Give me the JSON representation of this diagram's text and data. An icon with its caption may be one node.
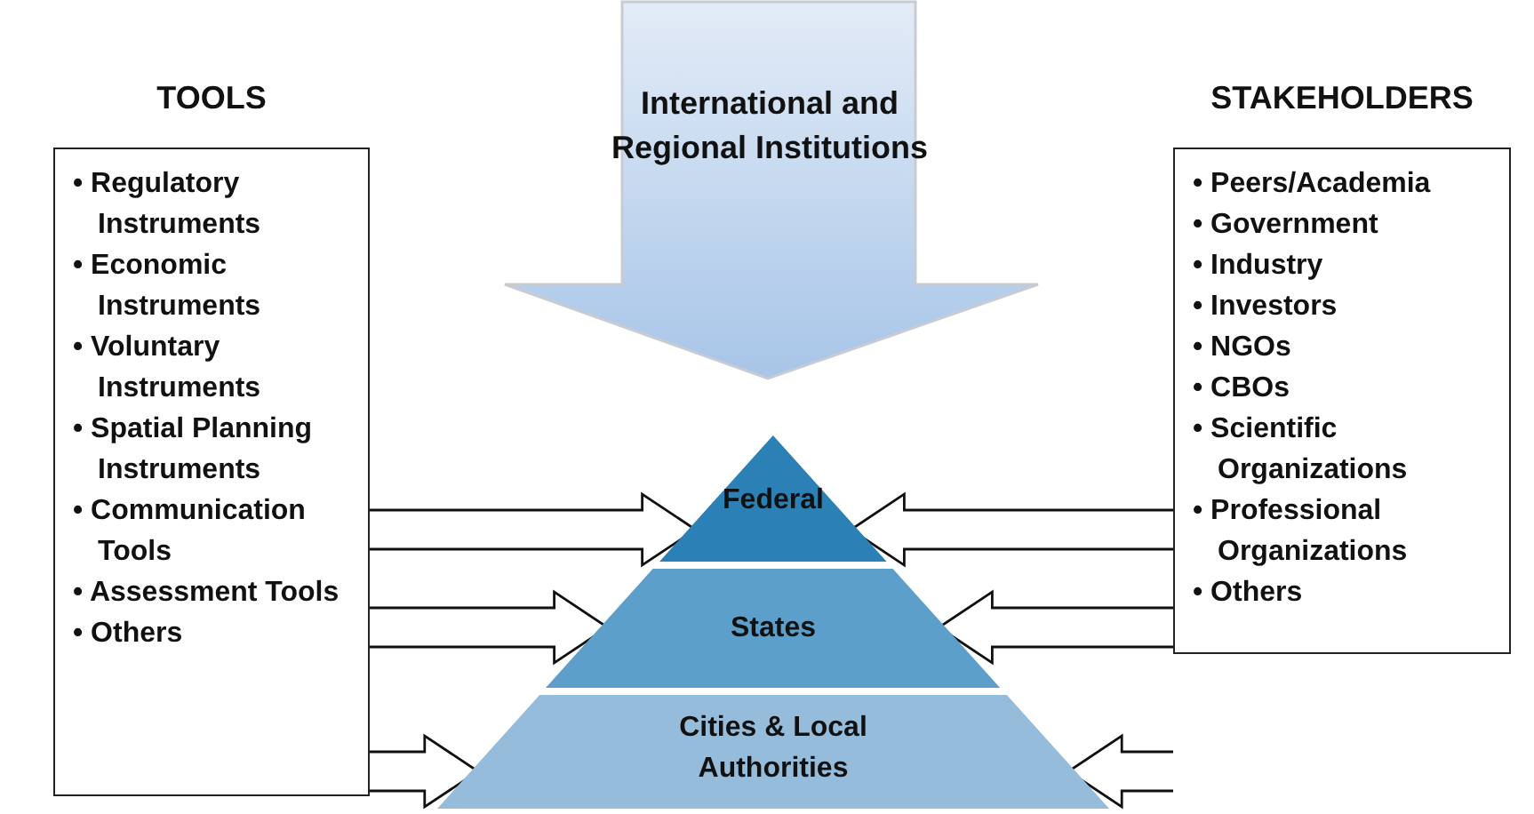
{
  "diagram": {
    "nodes": [
      {
        "text": [
          "TOOLS",
          "• Regulatory Instruments",
          "• Economic Instruments",
          "• Voluntary Instruments",
          "• Spatial Planning Instruments",
          "• Communication Tools",
          "• Assessment Tools",
          "• Others"
        ]
      },
      {
        "text": [
          "International and Regional Institutions"
        ]
      },
      {
        "text": [
          "Federal"
        ]
      },
      {
        "text": [
          "States"
        ]
      },
      {
        "text": [
          "Cities & Local Authorities"
        ]
      },
      {
        "text": [
          "STAKEHOLDERS",
          "• Peers/Academia",
          "• Government",
          "• Industry",
          "• Investors",
          "• NGOs",
          "• CBOs",
          "• Scientific Organizations",
          "• Professional Organizations",
          "• Others"
        ]
      }
    ],
    "edges": [
      {
        "from": 0,
        "to": 2,
        "arrow": "to"
      },
      {
        "from": 0,
        "to": 3,
        "arrow": "to"
      },
      {
        "from": 0,
        "to": 4,
        "arrow": "to"
      },
      {
        "from": 5,
        "to": 2,
        "arrow": "to"
      },
      {
        "from": 5,
        "to": 3,
        "arrow": "to"
      },
      {
        "from": 5,
        "to": 4,
        "arrow": "to"
      }
    ]
  }
}
